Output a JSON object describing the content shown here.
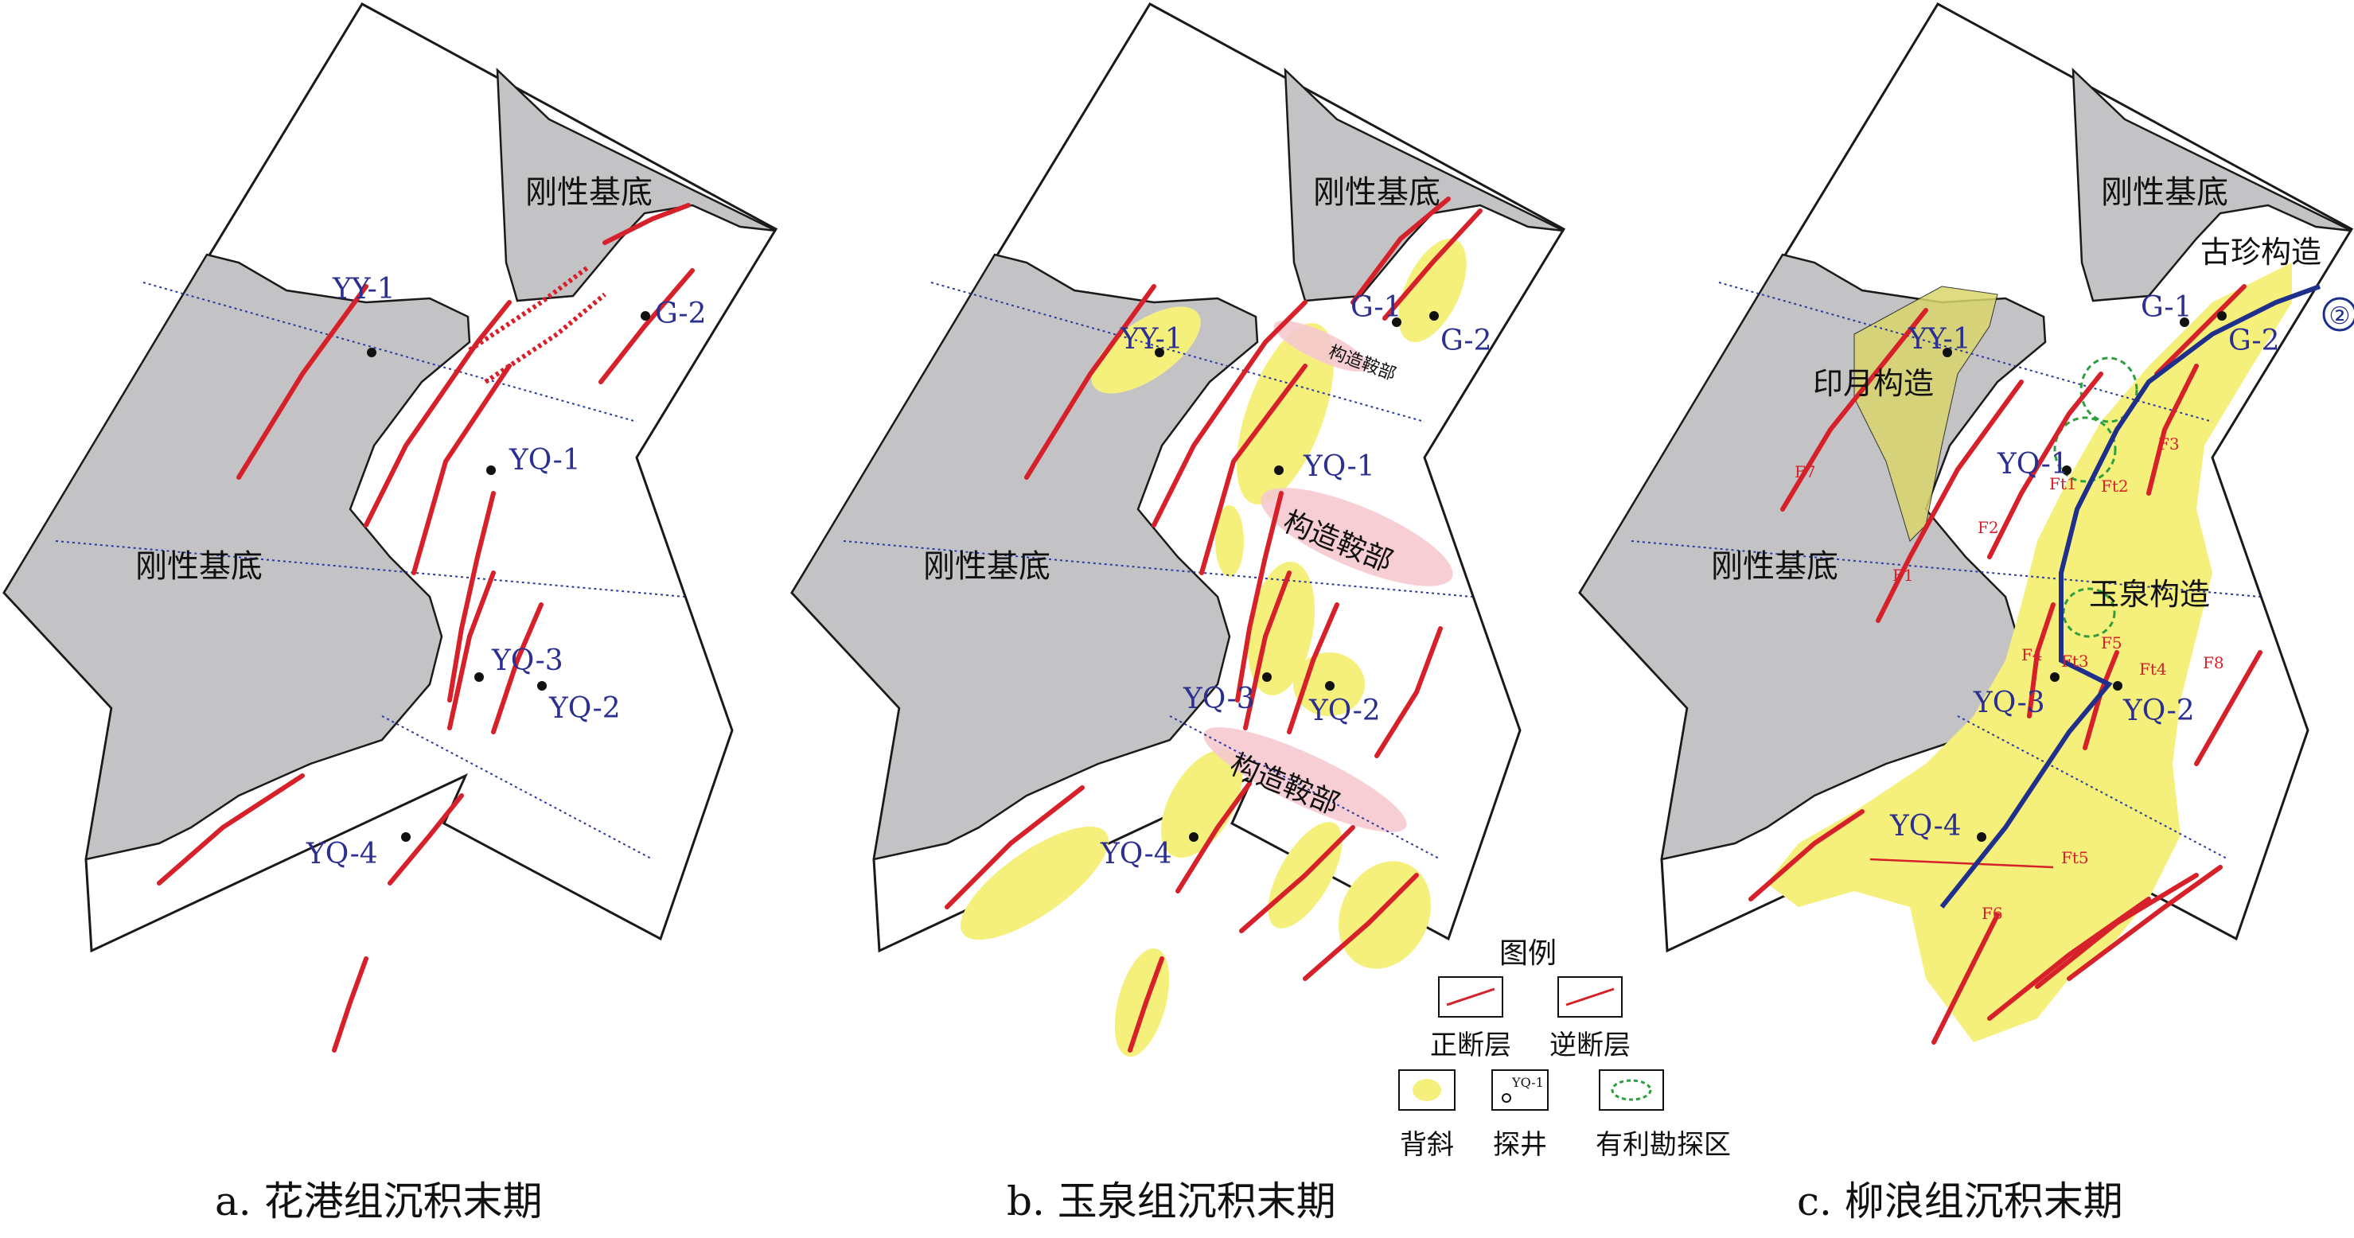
{
  "panels": [
    {
      "id": "a",
      "caption": "a. 花港组沉积末期",
      "basement_labels": [
        "刚性基底",
        "刚性基底"
      ],
      "wells": [
        "YY-1",
        "G-2",
        "YQ-1",
        "YQ-3",
        "YQ-2",
        "YQ-4"
      ],
      "saddle_labels": []
    },
    {
      "id": "b",
      "caption": "b. 玉泉组沉积末期",
      "basement_labels": [
        "刚性基底",
        "刚性基底"
      ],
      "wells": [
        "YY-1",
        "G-1",
        "G-2",
        "YQ-1",
        "YQ-3",
        "YQ-2",
        "YQ-4"
      ],
      "saddle_labels": [
        "构造鞍部",
        "构造鞍部",
        "构造鞍部"
      ]
    },
    {
      "id": "c",
      "caption": "c. 柳浪组沉积末期",
      "basement_labels": [
        "刚性基底",
        "刚性基底"
      ],
      "wells": [
        "YY-1",
        "G-1",
        "G-2",
        "YQ-1",
        "YQ-3",
        "YQ-2",
        "YQ-4"
      ],
      "structure_labels": [
        "古珍构造",
        "印月构造",
        "玉泉构造"
      ],
      "fault_labels": [
        "F1",
        "F2",
        "F3",
        "F4",
        "F5",
        "F6",
        "F7",
        "F8",
        "Ft1",
        "Ft2",
        "Ft3",
        "Ft4",
        "Ft5"
      ],
      "section_marker": "②"
    }
  ],
  "legend": {
    "title": "图例",
    "items": [
      {
        "label": "正断层",
        "icon": "normal-fault-icon"
      },
      {
        "label": "逆断层",
        "icon": "reverse-fault-icon"
      },
      {
        "label": "背斜",
        "icon": "anticline-icon"
      },
      {
        "label": "探井",
        "icon": "well-icon",
        "sample": "YQ-1"
      },
      {
        "label": "有利勘探区",
        "icon": "exploration-area-icon"
      }
    ]
  },
  "colors": {
    "basement": "#c3c3c5",
    "fault": "#d6202a",
    "anticline": "#f5f07c",
    "saddle": "#f6c9cf",
    "well_label": "#2b2f8f",
    "section_line": "#1f2f8c",
    "exploration": "#2e9e3e",
    "outline": "#1a1a1a"
  }
}
